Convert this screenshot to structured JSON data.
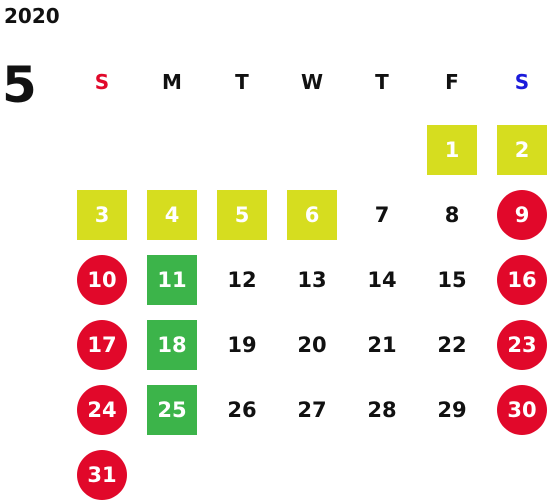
{
  "calendar": {
    "year": "2020",
    "month": "5",
    "weekdays": [
      {
        "label": "S",
        "color": "#e1082a"
      },
      {
        "label": "M",
        "color": "#111111"
      },
      {
        "label": "T",
        "color": "#111111"
      },
      {
        "label": "W",
        "color": "#111111"
      },
      {
        "label": "T",
        "color": "#111111"
      },
      {
        "label": "F",
        "color": "#111111"
      },
      {
        "label": "S",
        "color": "#1a1adb"
      }
    ],
    "days": [
      {
        "day": "1",
        "style": "yellow"
      },
      {
        "day": "2",
        "style": "yellow"
      },
      {
        "day": "3",
        "style": "yellow"
      },
      {
        "day": "4",
        "style": "yellow"
      },
      {
        "day": "5",
        "style": "yellow"
      },
      {
        "day": "6",
        "style": "yellow"
      },
      {
        "day": "7",
        "style": "plain"
      },
      {
        "day": "8",
        "style": "plain"
      },
      {
        "day": "9",
        "style": "red"
      },
      {
        "day": "10",
        "style": "red"
      },
      {
        "day": "11",
        "style": "green"
      },
      {
        "day": "12",
        "style": "plain"
      },
      {
        "day": "13",
        "style": "plain"
      },
      {
        "day": "14",
        "style": "plain"
      },
      {
        "day": "15",
        "style": "plain"
      },
      {
        "day": "16",
        "style": "red"
      },
      {
        "day": "17",
        "style": "red"
      },
      {
        "day": "18",
        "style": "green"
      },
      {
        "day": "19",
        "style": "plain"
      },
      {
        "day": "20",
        "style": "plain"
      },
      {
        "day": "21",
        "style": "plain"
      },
      {
        "day": "22",
        "style": "plain"
      },
      {
        "day": "23",
        "style": "red"
      },
      {
        "day": "24",
        "style": "red"
      },
      {
        "day": "25",
        "style": "green"
      },
      {
        "day": "26",
        "style": "plain"
      },
      {
        "day": "27",
        "style": "plain"
      },
      {
        "day": "28",
        "style": "plain"
      },
      {
        "day": "29",
        "style": "plain"
      },
      {
        "day": "30",
        "style": "red"
      },
      {
        "day": "31",
        "style": "red"
      }
    ],
    "colors": {
      "yellow": "#d6dd1f",
      "green": "#3cb44a",
      "red": "#e1082a",
      "sunday_label": "#e1082a",
      "saturday_label": "#1a1adb"
    }
  }
}
